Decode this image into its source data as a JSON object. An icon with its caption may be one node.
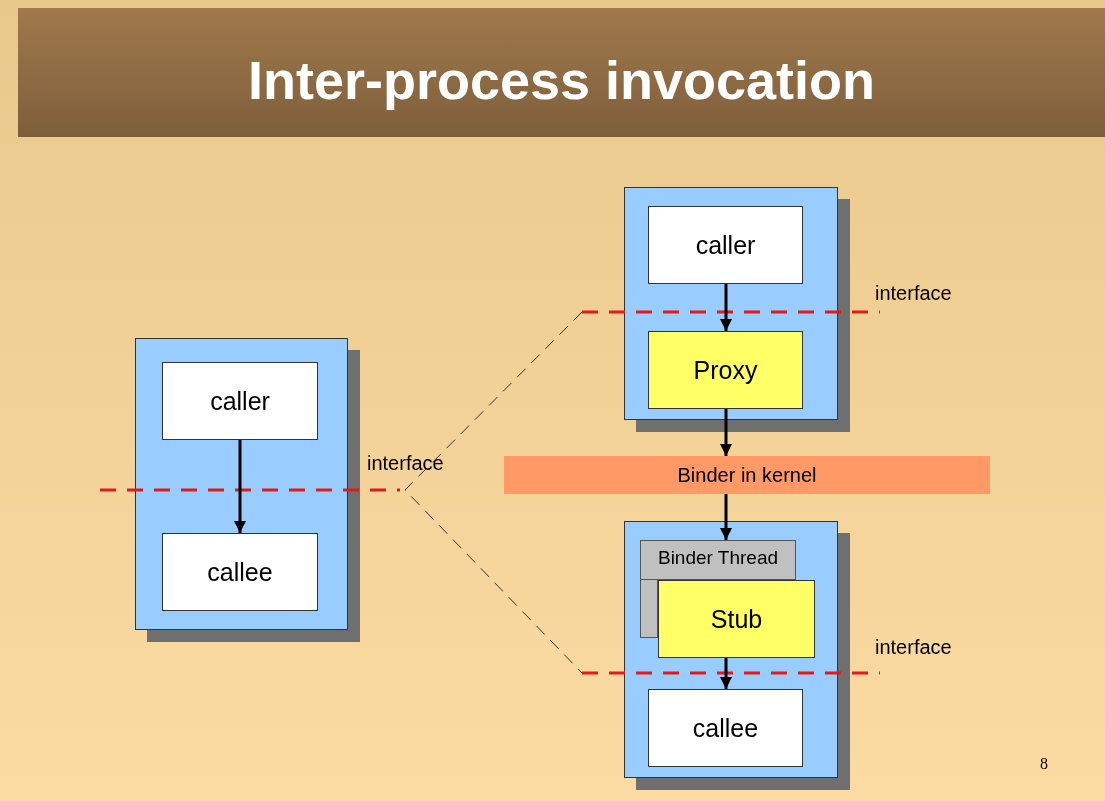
{
  "diagram": {
    "title": "Inter-process invocation",
    "nodes": [
      {
        "text": [],
        "shape": "box"
      },
      {
        "text": [
          "caller"
        ],
        "in": 0
      },
      {
        "text": [
          "callee"
        ],
        "in": 0
      },
      {
        "text": [],
        "shape": "box"
      },
      {
        "text": [
          "caller"
        ],
        "in": 3
      },
      {
        "text": [
          "Proxy"
        ],
        "in": 3
      },
      {
        "text": [
          "Binder in kernel"
        ]
      },
      {
        "text": [],
        "shape": "box"
      },
      {
        "text": [
          "Binder Thread"
        ],
        "in": 7
      },
      {
        "text": [
          "Stub"
        ],
        "in": 7
      },
      {
        "text": [
          "callee"
        ],
        "in": 7
      }
    ],
    "edges": [
      {
        "from": 1,
        "to": 2,
        "arrow": "to"
      },
      {
        "from": 4,
        "to": 5,
        "arrow": "to"
      },
      {
        "from": 5,
        "to": 6,
        "arrow": "to"
      },
      {
        "from": 6,
        "to": 8,
        "arrow": "to"
      },
      {
        "from": 9,
        "to": 10,
        "arrow": "to"
      }
    ],
    "labels": [
      "interface",
      "interface",
      "interface",
      "8"
    ]
  }
}
